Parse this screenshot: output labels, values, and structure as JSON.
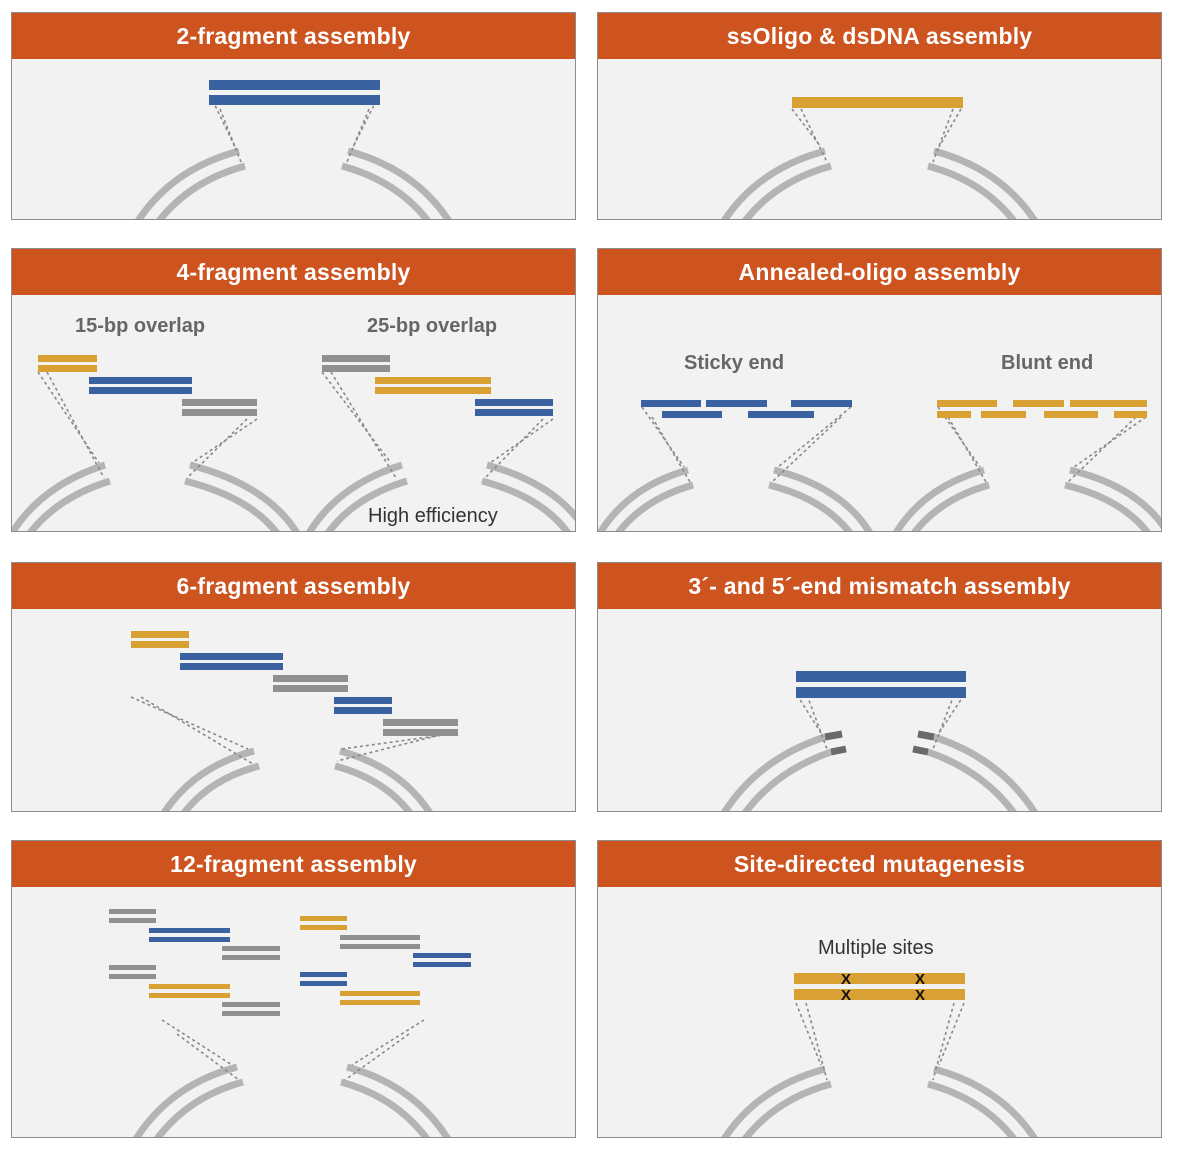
{
  "colors": {
    "header": "#cd531f",
    "blue": "#3a62a0",
    "gold": "#d9a134",
    "gray": "#909090",
    "plasmid": "#b4b4b4",
    "mismatch": "#6a6a6a",
    "background": "#f2f2f2"
  },
  "panels": [
    {
      "title": "2-fragment assembly"
    },
    {
      "title": "ssOligo & dsDNA assembly"
    },
    {
      "title": "4-fragment assembly",
      "label_left": "15-bp overlap",
      "label_right": "25-bp overlap",
      "note": "High efficiency"
    },
    {
      "title": "Annealed-oligo assembly",
      "label_left": "Sticky end",
      "label_right": "Blunt end"
    },
    {
      "title": "6-fragment assembly"
    },
    {
      "title": "3´- and 5´-end mismatch assembly"
    },
    {
      "title": "12-fragment assembly"
    },
    {
      "title": "Site-directed mutagenesis",
      "label_center": "Multiple sites",
      "mutation_mark": "X"
    }
  ]
}
